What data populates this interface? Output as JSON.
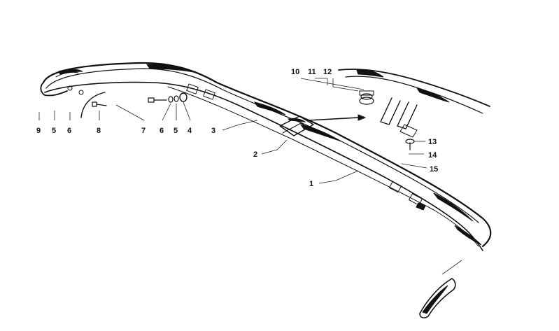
{
  "diagram": {
    "callouts": [
      "1",
      "2",
      "3",
      "4",
      "5",
      "6",
      "7",
      "8",
      "9",
      "10",
      "11",
      "12",
      "13",
      "14",
      "15"
    ],
    "colors": {
      "ink": "#111111",
      "background": "#ffffff"
    }
  }
}
